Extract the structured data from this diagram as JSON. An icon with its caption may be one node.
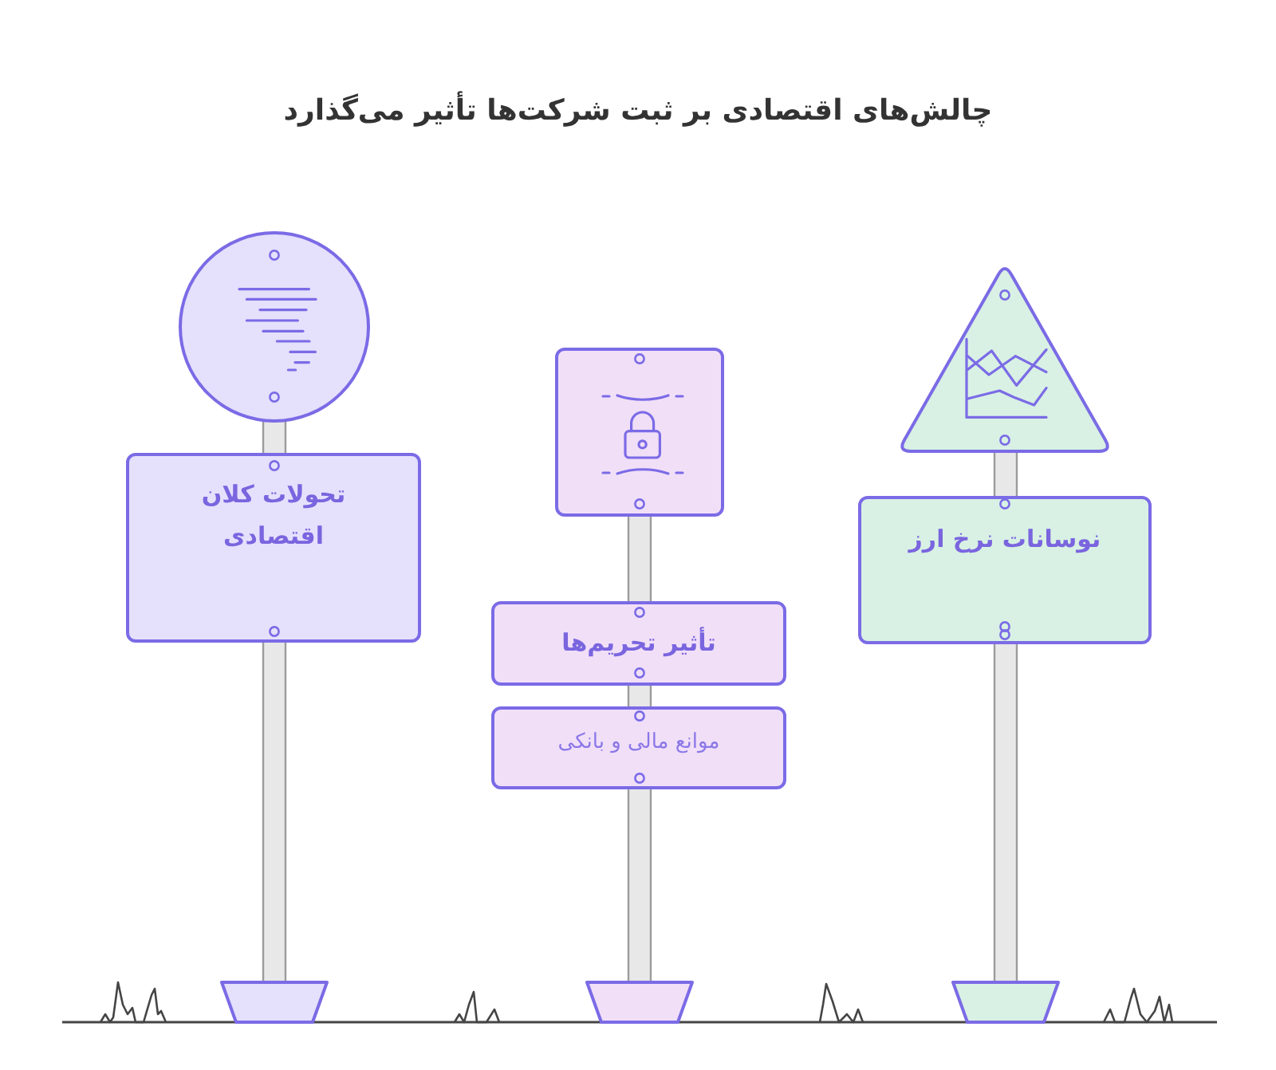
{
  "diagram": {
    "title": "چالش‌های اقتصادی بر ثبت شرکت‌ها تأثیر می‌گذارد",
    "nodes": [
      {
        "text": [],
        "shape": "circle"
      },
      {
        "text": [
          "تحولات کلان اقتصادی"
        ]
      },
      {
        "text": [],
        "shape": "box"
      },
      {
        "text": [
          "تأثیر تحریم‌ها"
        ]
      },
      {
        "text": [
          "موانع مالی و بانکی"
        ]
      },
      {
        "text": [],
        "shape": "triangle"
      },
      {
        "text": [
          "نوسانات نرخ ارز"
        ]
      }
    ]
  }
}
